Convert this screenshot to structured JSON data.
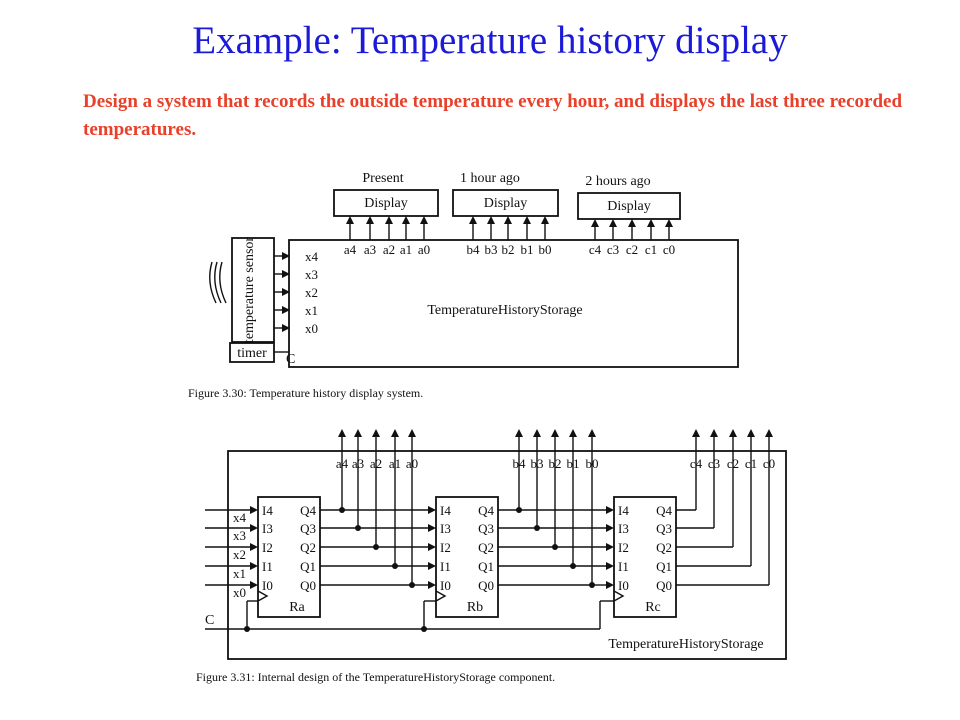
{
  "title": "Example: Temperature history display",
  "description": "Design a system that records the outside temperature every hour, and displays the last three recorded temperatures.",
  "fig1": {
    "display_headers": [
      "Present",
      "1 hour ago",
      "2 hours ago"
    ],
    "display_label": "Display",
    "display_pins": [
      [
        "a4",
        "a3",
        "a2",
        "a1",
        "a0"
      ],
      [
        "b4",
        "b3",
        "b2",
        "b1",
        "b0"
      ],
      [
        "c4",
        "c3",
        "c2",
        "c1",
        "c0"
      ]
    ],
    "inputs": [
      "x4",
      "x3",
      "x2",
      "x1",
      "x0"
    ],
    "sensor": "temperature sensor",
    "timer": "timer",
    "clock": "C",
    "storage": "TemperatureHistoryStorage",
    "caption": "Figure 3.30: Temperature history display system."
  },
  "fig2": {
    "outputs": [
      [
        "a4",
        "a3",
        "a2",
        "a1",
        "a0"
      ],
      [
        "b4",
        "b3",
        "b2",
        "b1",
        "b0"
      ],
      [
        "c4",
        "c3",
        "c2",
        "c1",
        "c0"
      ]
    ],
    "inputs": [
      "x4",
      "x3",
      "x2",
      "x1",
      "x0"
    ],
    "reg_inputs": [
      "I4",
      "I3",
      "I2",
      "I1",
      "I0"
    ],
    "reg_outputs": [
      "Q4",
      "Q3",
      "Q2",
      "Q1",
      "Q0"
    ],
    "registers": [
      "Ra",
      "Rb",
      "Rc"
    ],
    "clock": "C",
    "storage": "TemperatureHistoryStorage",
    "caption": "Figure 3.31: Internal design of the TemperatureHistoryStorage component."
  }
}
